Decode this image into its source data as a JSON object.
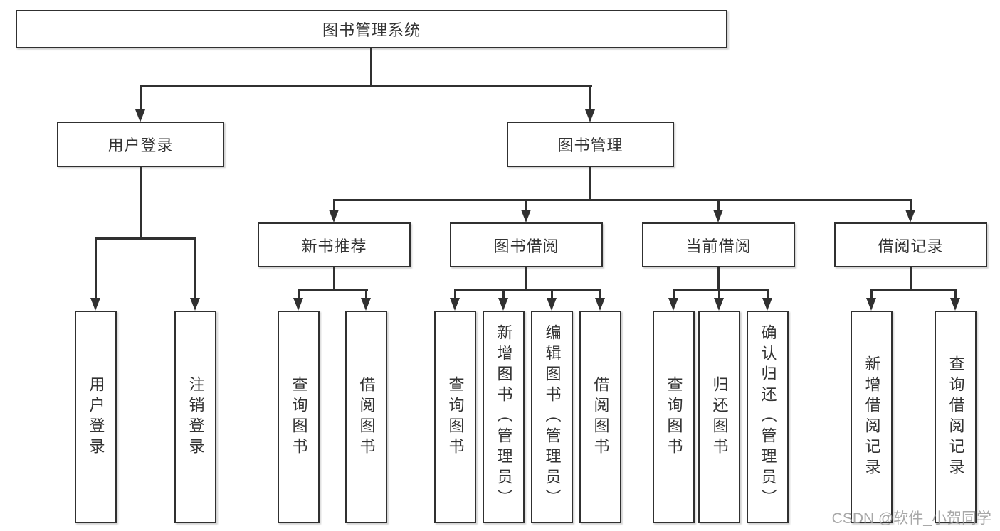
{
  "diagram": {
    "colors": {
      "line": "#303030",
      "text": "#333333",
      "background": "#ffffff",
      "watermark": "#9a9a9a"
    },
    "root": {
      "label": "图书管理系统"
    },
    "level2": [
      {
        "label": "用户登录"
      },
      {
        "label": "图书管理"
      }
    ],
    "level3": [
      {
        "label": "新书推荐"
      },
      {
        "label": "图书借阅"
      },
      {
        "label": "当前借阅"
      },
      {
        "label": "借阅记录"
      }
    ],
    "leaves": [
      {
        "label": "用户登录"
      },
      {
        "label": "注销登录"
      },
      {
        "label": "查询图书"
      },
      {
        "label": "借阅图书"
      },
      {
        "label": "查询图书"
      },
      {
        "label": "新增图书（管理员）"
      },
      {
        "label": "编辑图书（管理员）"
      },
      {
        "label": "借阅图书"
      },
      {
        "label": "查询图书"
      },
      {
        "label": "归还图书"
      },
      {
        "label": "确认归还（管理员）"
      },
      {
        "label": "新增借阅记录"
      },
      {
        "label": "查询借阅记录"
      }
    ],
    "watermark": "CSDN @软件_小贺同学"
  }
}
